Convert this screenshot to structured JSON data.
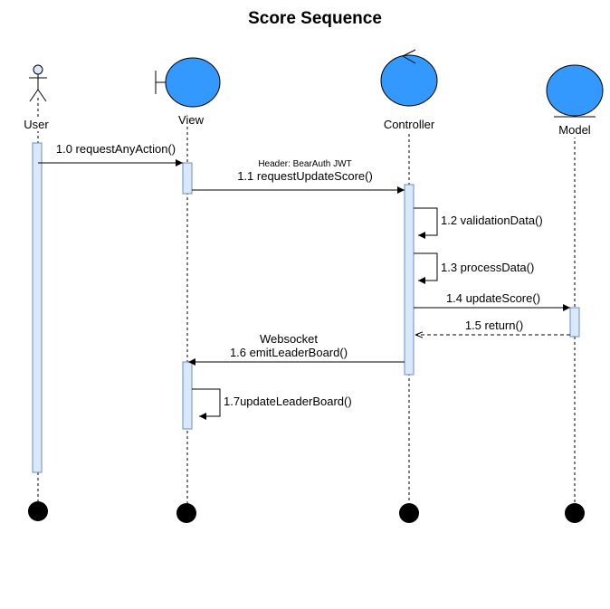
{
  "diagram": {
    "title": "Score Sequence",
    "participants": {
      "user": "User",
      "view": "View",
      "controller": "Controller",
      "model": "Model"
    },
    "messages": {
      "m10": "1.0 requestAnyAction()",
      "m11_note": "Header: BearAuth JWT",
      "m11": "1.1 requestUpdateScore()",
      "m12": "1.2 validationData()",
      "m13": "1.3 processData()",
      "m14": "1.4 updateScore()",
      "m15": "1.5 return()",
      "m16_note": "Websocket",
      "m16": "1.6 emitLeaderBoard()",
      "m17": "1.7updateLeaderBoard()"
    },
    "colors": {
      "participant_fill": "#3399ff",
      "activation_fill": "#dae8fc",
      "activation_stroke": "#6c8ebf",
      "line": "#000000"
    }
  }
}
